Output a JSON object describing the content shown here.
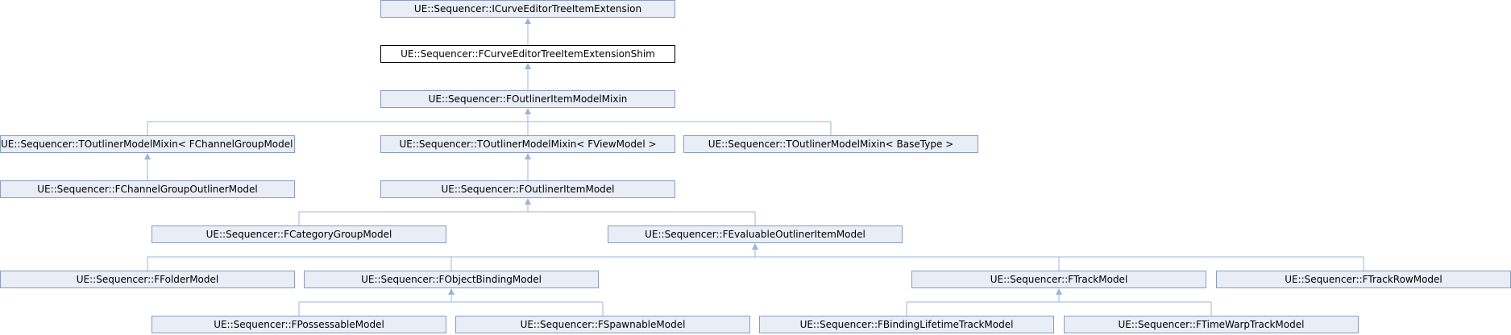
{
  "diagram": {
    "type": "inheritance-graph",
    "current_class": "n1",
    "colors": {
      "node_fill": "#e8edf6",
      "node_border": "#8a9bbd",
      "edge": "#9db4db",
      "current_fill": "#ffffff",
      "current_border": "#000000"
    },
    "nodes": {
      "n0": "UE::Sequencer::ICurveEditorTreeItemExtension",
      "n1": "UE::Sequencer::FCurveEditorTreeItemExtensionShim",
      "n2": "UE::Sequencer::FOutlinerItemModelMixin",
      "n3": "UE::Sequencer::TOutlinerModelMixin< FChannelGroupModel >",
      "n4": "UE::Sequencer::TOutlinerModelMixin< FViewModel >",
      "n5": "UE::Sequencer::TOutlinerModelMixin< BaseType >",
      "n6": "UE::Sequencer::FChannelGroupOutlinerModel",
      "n7": "UE::Sequencer::FOutlinerItemModel",
      "n8": "UE::Sequencer::FCategoryGroupModel",
      "n9": "UE::Sequencer::FEvaluableOutlinerItemModel",
      "n10": "UE::Sequencer::FFolderModel",
      "n11": "UE::Sequencer::FObjectBindingModel",
      "n12": "UE::Sequencer::FTrackModel",
      "n13": "UE::Sequencer::FTrackRowModel",
      "n14": "UE::Sequencer::FPossessableModel",
      "n15": "UE::Sequencer::FSpawnableModel",
      "n16": "UE::Sequencer::FBindingLifetimeTrackModel",
      "n17": "UE::Sequencer::FTimeWarpTrackModel"
    },
    "edges": [
      [
        "n1",
        "n0"
      ],
      [
        "n2",
        "n1"
      ],
      [
        "n3",
        "n2"
      ],
      [
        "n4",
        "n2"
      ],
      [
        "n5",
        "n2"
      ],
      [
        "n6",
        "n3"
      ],
      [
        "n7",
        "n4"
      ],
      [
        "n8",
        "n7"
      ],
      [
        "n9",
        "n7"
      ],
      [
        "n10",
        "n9"
      ],
      [
        "n11",
        "n9"
      ],
      [
        "n12",
        "n9"
      ],
      [
        "n13",
        "n9"
      ],
      [
        "n14",
        "n11"
      ],
      [
        "n15",
        "n11"
      ],
      [
        "n16",
        "n12"
      ],
      [
        "n17",
        "n12"
      ]
    ]
  }
}
